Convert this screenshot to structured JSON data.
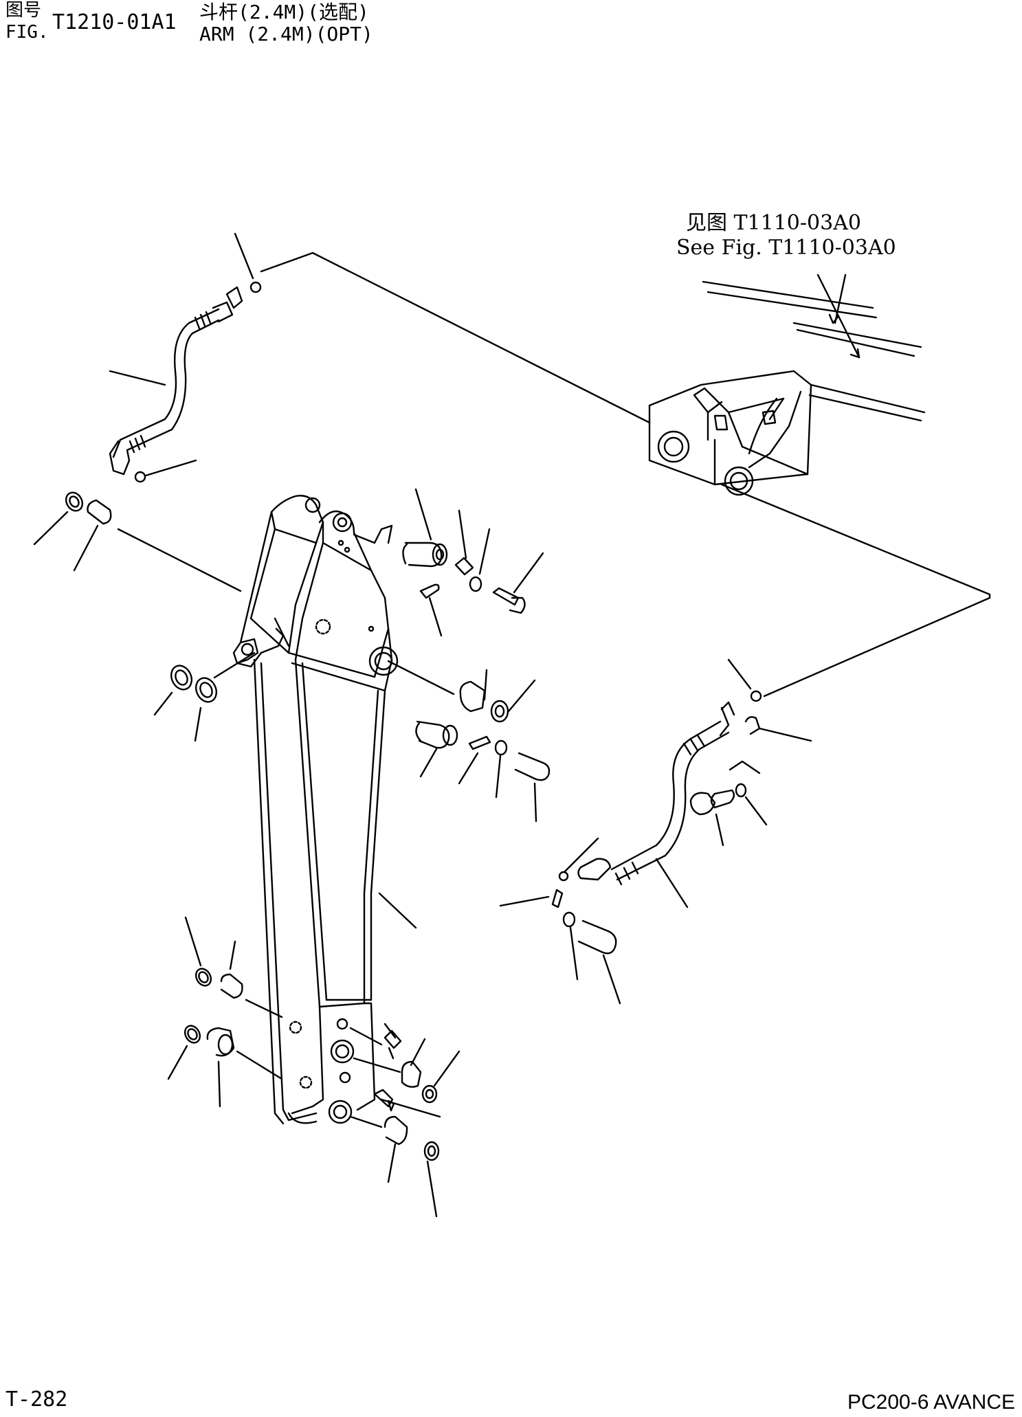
{
  "header": {
    "fig_label_cn": "图号",
    "fig_label_en": "FIG.",
    "fig_code": "T1210-01A1",
    "title_cn": "斗杆(2.4M)(选配)",
    "title_en": "ARM (2.4M)(OPT)"
  },
  "reference": {
    "cn": "见图 T1110-03A0",
    "en": "See Fig. T1110-03A0"
  },
  "footer": {
    "page_number": "T-282",
    "model": "PC200-6 AVANCE"
  }
}
